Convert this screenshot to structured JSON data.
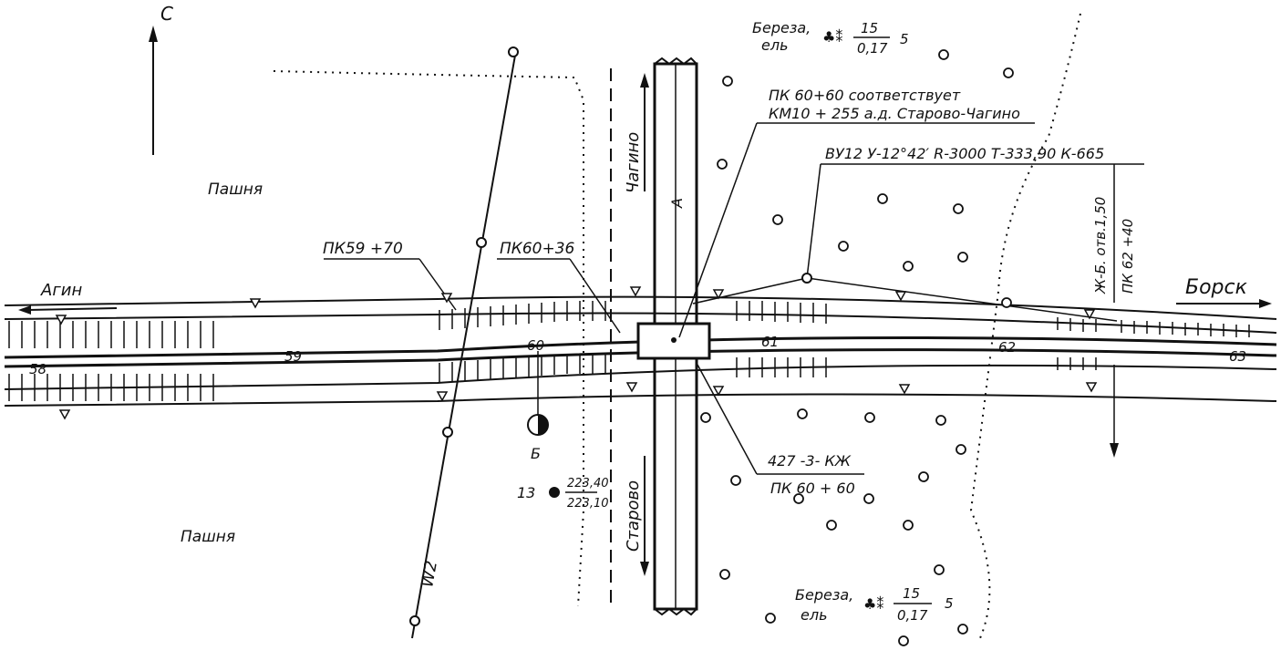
{
  "north": "С",
  "fields": {
    "top": "Пашня",
    "bottom": "Пашня"
  },
  "directions": {
    "left": "Агин",
    "right": "Борск"
  },
  "crossroad": {
    "name": "А",
    "north": "Чагино",
    "south": "Старово"
  },
  "pickets": {
    "pk59_70": "ПК59 +70",
    "pk60_36": "ПК60+36",
    "corresp_line1": "ПК 60+60 соответствует",
    "corresp_line2": "КМ10 + 255 а.д. Старово-Чагино",
    "vu": "ВУ12  У-12°42′  R-3000  Т-333,90  К-665",
    "culvert": "Ж-Б. отв.1,50",
    "culvert_pk": "ПК 62 +40",
    "bridge_type": "427 -3- КЖ",
    "bridge_pk": "ПК 60 + 60"
  },
  "km_marks": [
    "58",
    "59",
    "60",
    "61",
    "62",
    "63"
  ],
  "benchmark": {
    "label": "Б"
  },
  "point13": {
    "num": "13",
    "top": "223,40",
    "bottom": "223,10"
  },
  "powerline": "W2",
  "forest_top": {
    "species": "Береза,",
    "species2": "ель",
    "num": "15",
    "den": "0,17",
    "dist": "5"
  },
  "forest_bottom": {
    "species": "Береза,",
    "species2": "ель",
    "num": "15",
    "den": "0,17",
    "dist": "5"
  }
}
